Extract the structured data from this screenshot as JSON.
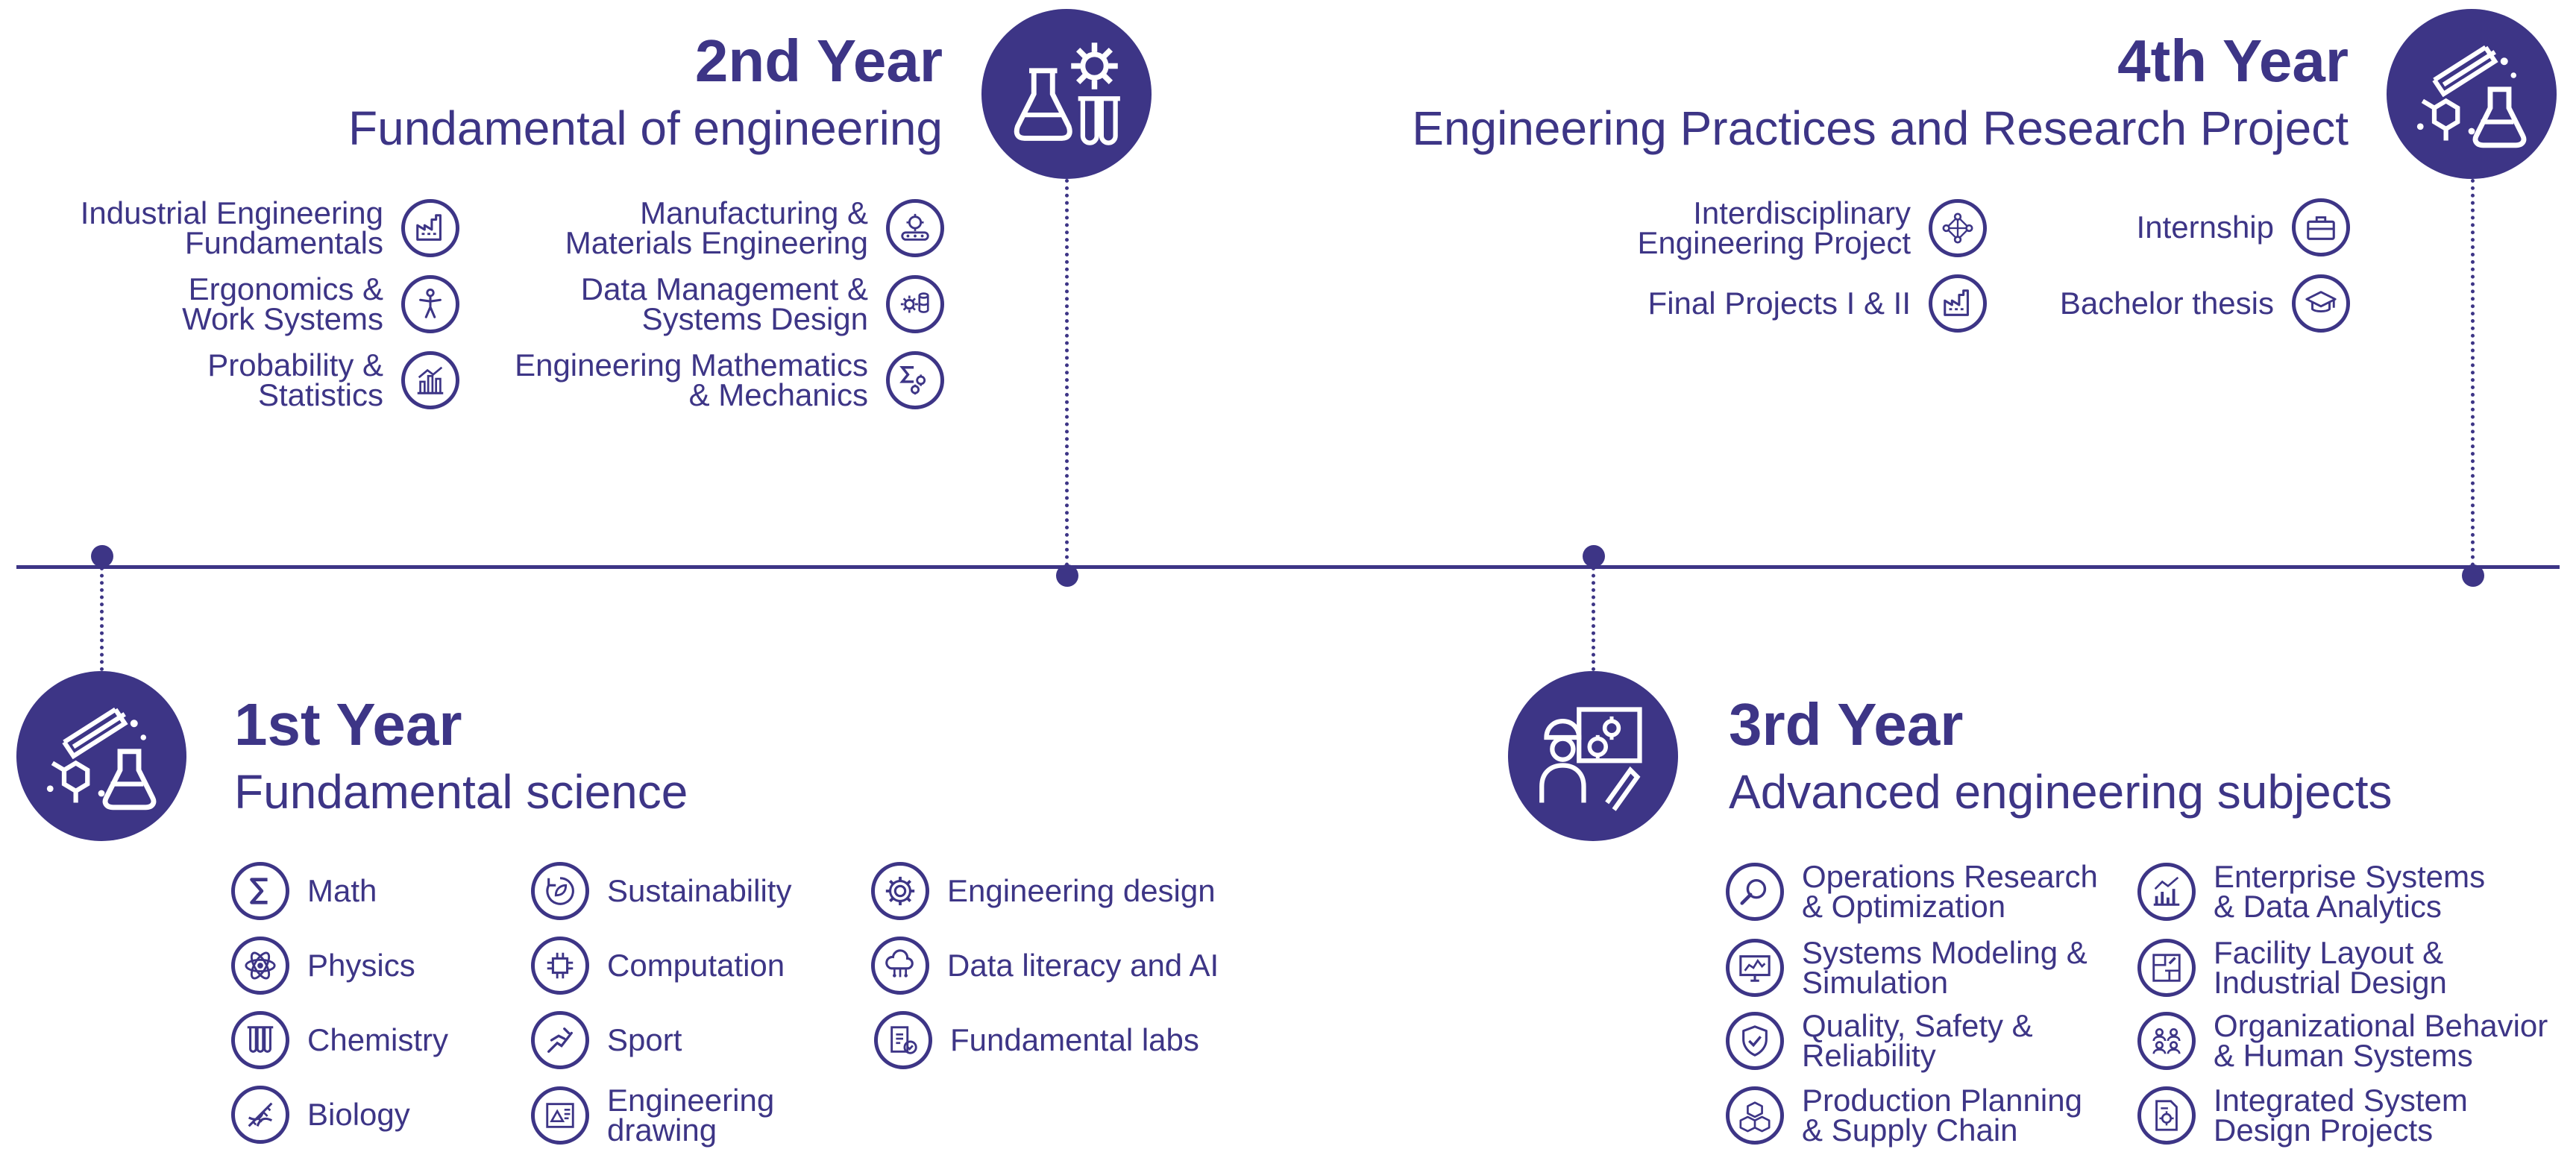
{
  "colors": {
    "accent": "#3d3586",
    "background": "#ffffff"
  },
  "year1": {
    "title": "1st Year",
    "subtitle": "Fundamental science",
    "icon": "flask-molecule-icon",
    "items": [
      {
        "label": "Math",
        "icon": "sigma-icon"
      },
      {
        "label": "Physics",
        "icon": "atom-icon"
      },
      {
        "label": "Chemistry",
        "icon": "test-tubes-icon"
      },
      {
        "label": "Biology",
        "icon": "dna-icon"
      },
      {
        "label": "Sustainability",
        "icon": "recycle-leaf-icon"
      },
      {
        "label": "Computation",
        "icon": "chip-icon"
      },
      {
        "label": "Sport",
        "icon": "runner-icon"
      },
      {
        "label": "Engineering\ndrawing",
        "icon": "drafting-icon"
      },
      {
        "label": "Engineering design",
        "icon": "gear-icon"
      },
      {
        "label": "Data literacy and AI",
        "icon": "cloud-network-icon"
      },
      {
        "label": "Fundamental labs",
        "icon": "lab-checklist-icon"
      }
    ]
  },
  "year2": {
    "title": "2nd Year",
    "subtitle": "Fundamental of engineering",
    "icon": "flask-gear-icon",
    "items": [
      {
        "label": "Industrial Engineering\nFundamentals",
        "icon": "factory-icon"
      },
      {
        "label": "Ergonomics &\nWork Systems",
        "icon": "human-body-icon"
      },
      {
        "label": "Probability &\nStatistics",
        "icon": "bar-chart-icon"
      },
      {
        "label": "Manufacturing &\nMaterials Engineering",
        "icon": "conveyor-icon"
      },
      {
        "label": "Data Management &\nSystems Design",
        "icon": "gear-database-icon"
      },
      {
        "label": "Engineering Mathematics\n& Mechanics",
        "icon": "sigma-gears-icon"
      }
    ]
  },
  "year3": {
    "title": "3rd Year",
    "subtitle": "Advanced engineering subjects",
    "icon": "engineer-blueprint-icon",
    "items": [
      {
        "label": "Operations Research\n& Optimization",
        "icon": "magnifier-icon"
      },
      {
        "label": "Systems Modeling &\nSimulation",
        "icon": "monitor-chart-icon"
      },
      {
        "label": "Quality, Safety &\nReliability",
        "icon": "shield-check-icon"
      },
      {
        "label": "Production  Planning\n& Supply Chain",
        "icon": "boxes-icon"
      },
      {
        "label": "Enterprise Systems\n& Data Analytics",
        "icon": "analytics-chart-icon"
      },
      {
        "label": "Facility Layout &\nIndustrial Design",
        "icon": "layout-plan-icon"
      },
      {
        "label": "Organizational Behavior\n& Human Systems",
        "icon": "people-group-icon"
      },
      {
        "label": "Integrated System\nDesign Projects",
        "icon": "document-gear-icon"
      }
    ]
  },
  "year4": {
    "title": "4th Year",
    "subtitle": "Engineering Practices and Research Project",
    "icon": "flask-molecule-icon",
    "items": [
      {
        "label": "Interdisciplinary\nEngineering Project",
        "icon": "network-nodes-icon"
      },
      {
        "label": "Final Projects I & II",
        "icon": "factory-icon"
      },
      {
        "label": "Internship",
        "icon": "briefcase-icon"
      },
      {
        "label": "Bachelor thesis",
        "icon": "graduation-cap-icon"
      }
    ]
  }
}
